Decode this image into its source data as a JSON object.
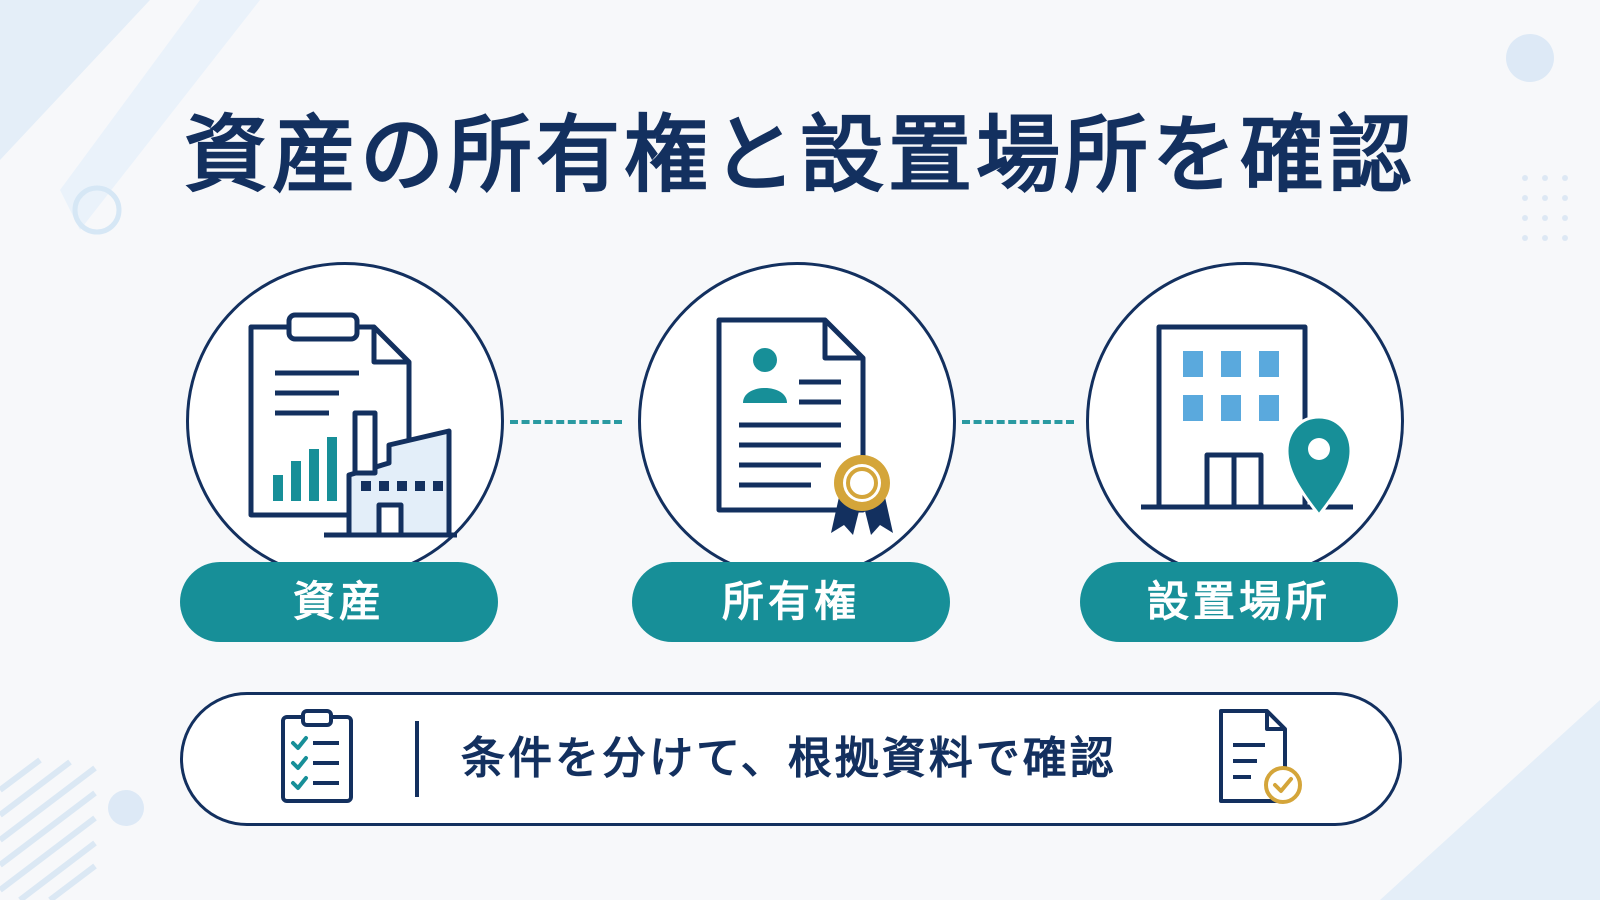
{
  "title": "資産の所有権と設置場所を確認",
  "steps": [
    {
      "label": "資産",
      "icon": "asset-document-factory-icon"
    },
    {
      "label": "所有権",
      "icon": "ownership-certificate-icon"
    },
    {
      "label": "設置場所",
      "icon": "building-location-pin-icon"
    }
  ],
  "banner": {
    "text": "条件を分けて、根拠資料で確認",
    "left_icon": "checklist-clipboard-icon",
    "right_icon": "document-check-icon"
  },
  "colors": {
    "navy": "#13305f",
    "teal": "#178f98",
    "gold": "#d4a53a",
    "light_blue": "#5aa9dd",
    "background": "#f7f8fa"
  }
}
